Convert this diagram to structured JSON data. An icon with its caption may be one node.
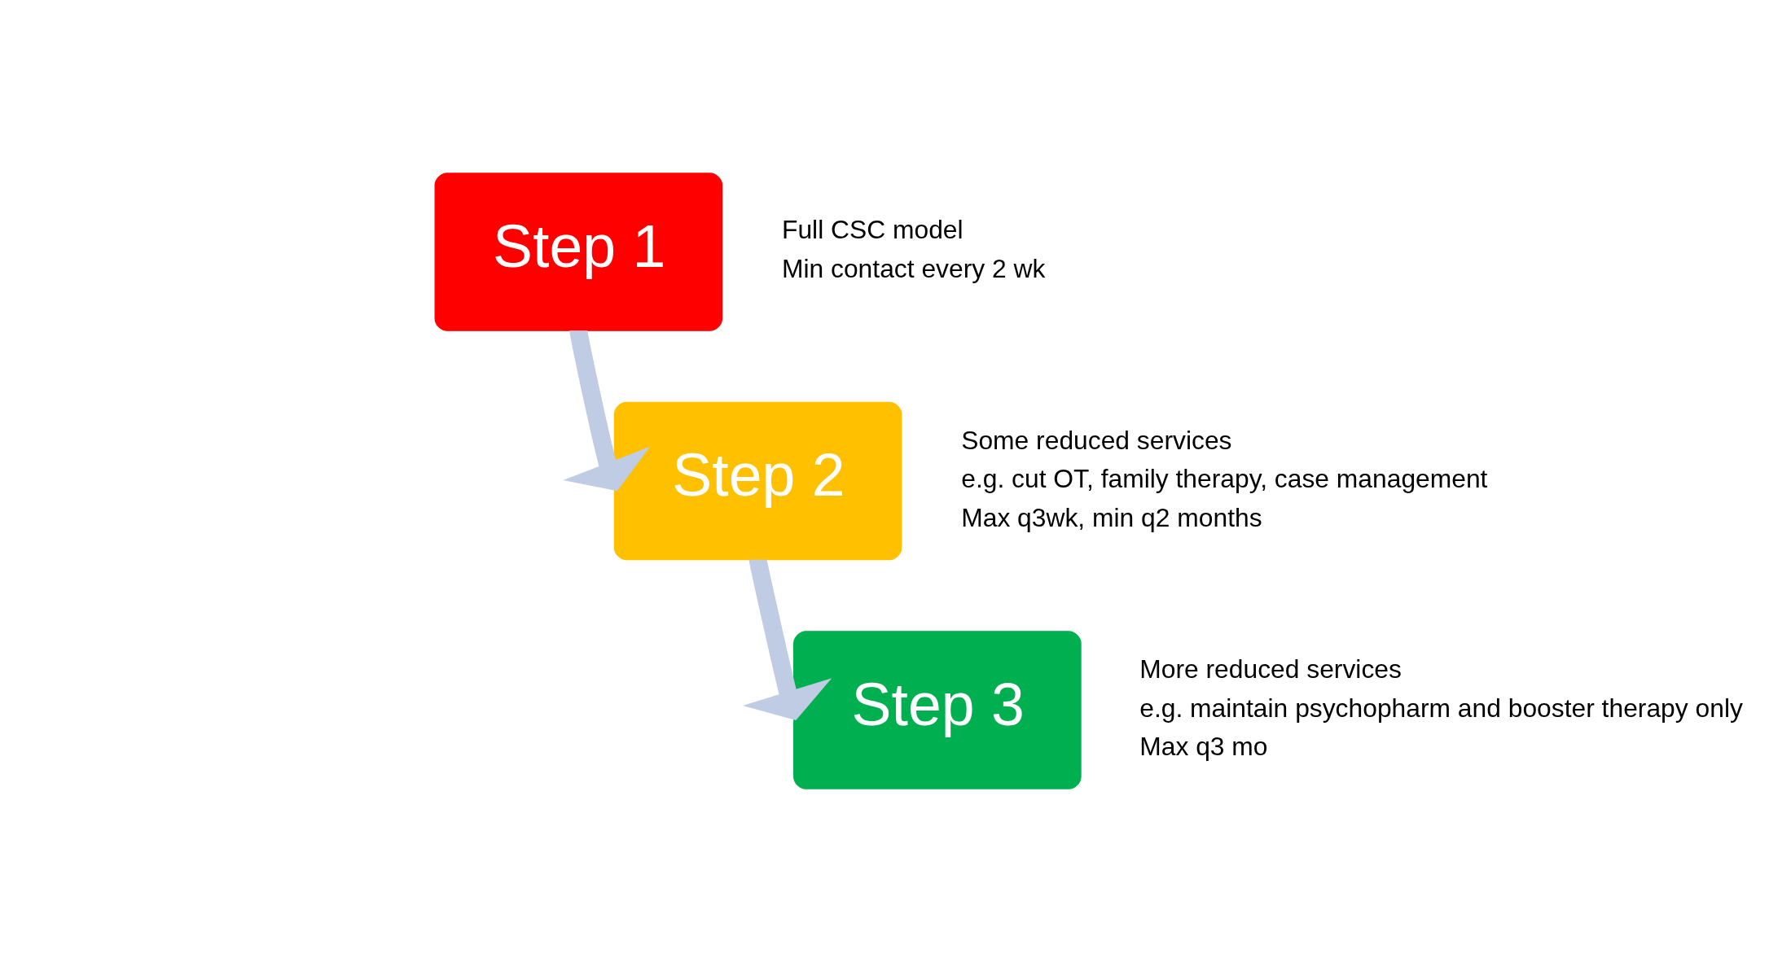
{
  "diagram": {
    "nodes": [
      {
        "text": [
          "Step 1"
        ],
        "beside": [
          "Full CSC model",
          "Min contact every 2 wk"
        ]
      },
      {
        "text": [
          "Step 2"
        ],
        "beside": [
          "Some reduced services",
          "e.g. cut OT, family therapy, case management",
          "Max q3wk, min q2 months"
        ]
      },
      {
        "text": [
          "Step 3"
        ],
        "beside": [
          "More reduced services",
          "e.g. maintain psychopharm and booster therapy only",
          "Max q3 mo"
        ]
      }
    ],
    "edges": [
      {
        "from": 0,
        "to": 1,
        "arrow": "to"
      },
      {
        "from": 1,
        "to": 2,
        "arrow": "to"
      }
    ]
  }
}
